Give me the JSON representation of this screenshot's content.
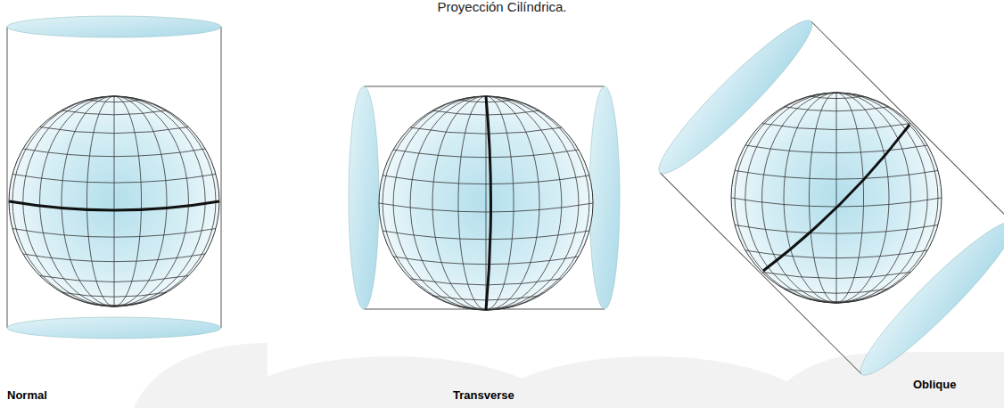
{
  "diagram": {
    "title": "Proyección Cilíndrica.",
    "labels": [
      "Normal",
      "Transverse",
      "Oblique"
    ]
  }
}
